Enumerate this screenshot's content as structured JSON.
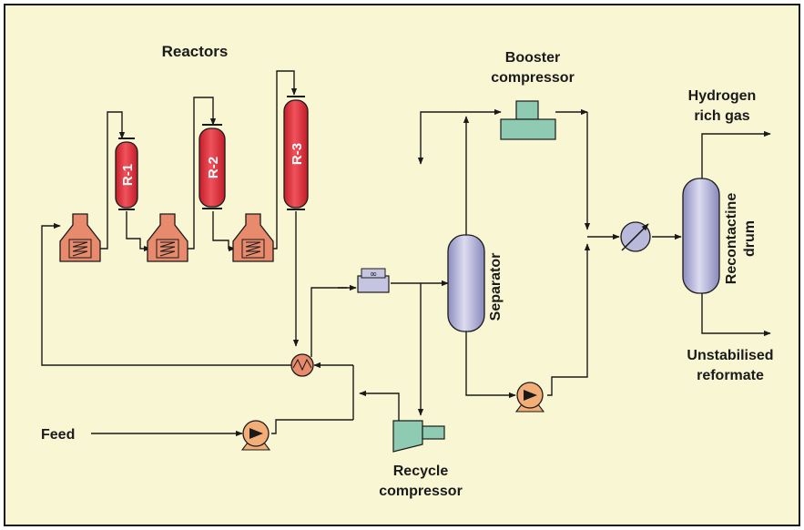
{
  "labels": {
    "reactors": "Reactors",
    "r1": "R-1",
    "r2": "R-2",
    "r3": "R-3",
    "booster_line1": "Booster",
    "booster_line2": "compressor",
    "hydrogen_line1": "Hydrogen",
    "hydrogen_line2": "rich gas",
    "separator": "Separator",
    "recontact_line1": "Recontactine",
    "recontact_line2": "drum",
    "unstab_line1": "Unstabilised",
    "unstab_line2": "reformate",
    "feed": "Feed",
    "recycle_line1": "Recycle",
    "recycle_line2": "compressor"
  },
  "colors": {
    "background": "#f9f6d4",
    "reactor": "#e8333e",
    "heater": "#e88a6c",
    "vessel": "#a8a8d2",
    "pump": "#f3ad76",
    "compressor": "#8fcbb3",
    "line": "#1a1a1a"
  },
  "icons": {
    "pump": "pump-icon",
    "heater": "fired-heater-icon",
    "exchanger": "heat-exchanger-icon",
    "cooler": "cooler-icon",
    "compressor": "compressor-icon"
  }
}
